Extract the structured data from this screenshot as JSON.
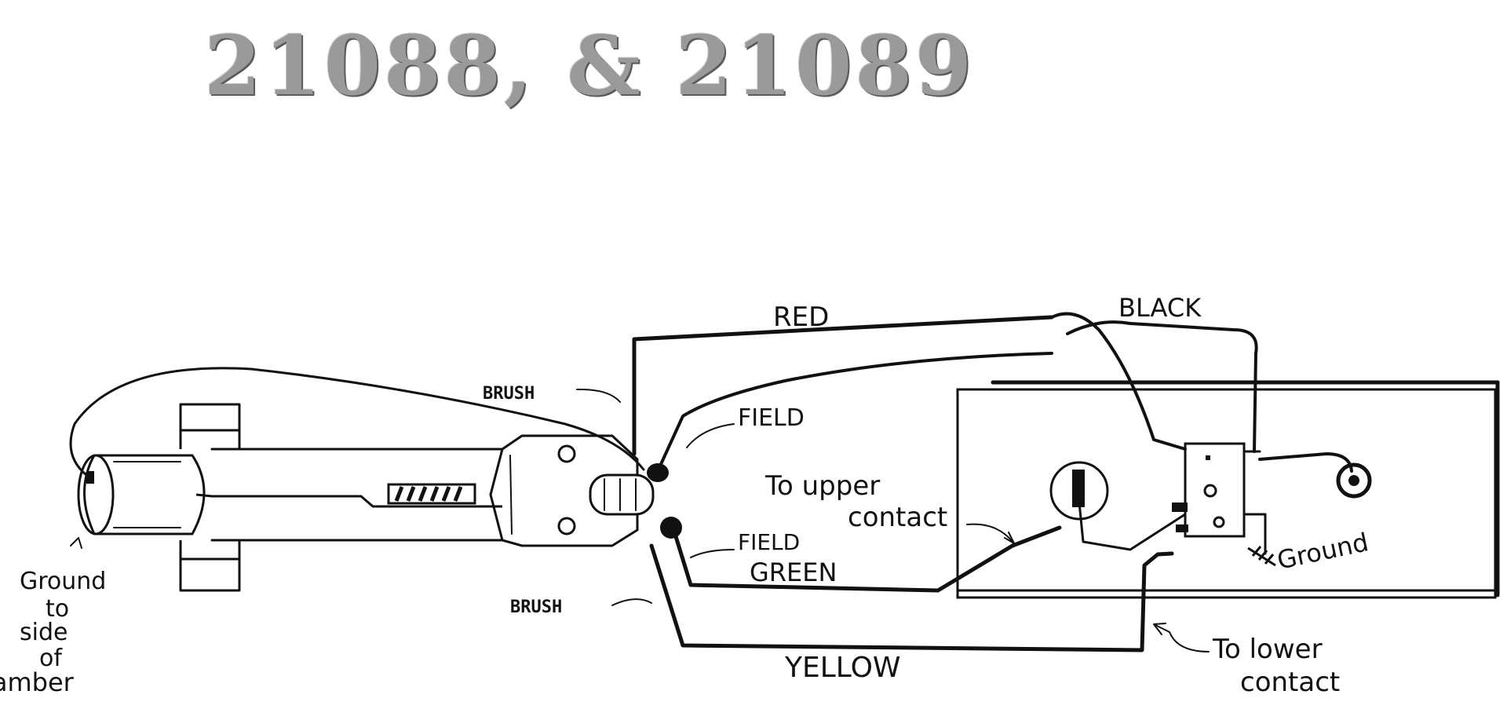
{
  "title": "21088, & 21089",
  "labels": {
    "red": "RED",
    "black": "BLACK",
    "brush_top": "BRUSH",
    "field_top": "FIELD",
    "to_upper_contact_1": "To upper",
    "to_upper_contact_2": "contact",
    "field_bottom": "FIELD",
    "green": "GREEN",
    "brush_bottom": "BRUSH",
    "yellow": "YELLOW",
    "to_lower_contact_1": "To lower",
    "to_lower_contact_2": "contact",
    "ground_right": "Ground",
    "ground_left_1": "Ground",
    "ground_left_2": "to",
    "ground_left_3": "side",
    "ground_left_4": "of",
    "ground_left_5": "chamber"
  }
}
